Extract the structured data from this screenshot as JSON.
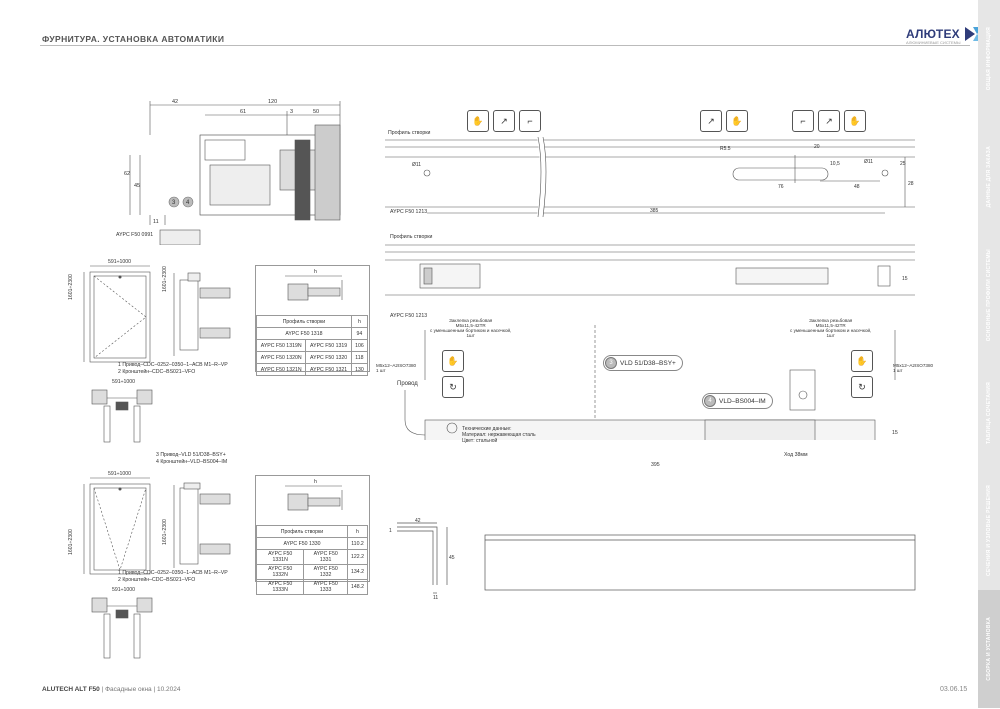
{
  "header": {
    "title": "ФУРНИТУРА. УСТАНОВКА АВТОМАТИКИ",
    "logo_text": "АЛЮТЕХ",
    "logo_sub": "АЛЮМИНИЕВЫЕ СИСТЕМЫ"
  },
  "side_tabs": [
    "ОБЩАЯ ИНФОРМАЦИЯ",
    "ДАННЫЕ ДЛЯ ЗАКАЗА",
    "ОСНОВНЫЕ ПРОФИЛИ СИСТЕМЫ",
    "ТАБЛИЦА СОЧЕТАНИЯ",
    "СЕЧЕНИЯ И УЗЛОВЫЕ РЕШЕНИЯ",
    "СБОРКА И УСТАНОВКА"
  ],
  "footer": {
    "brand": "ALUTECH ALT F50",
    "doc": "| Фасадные окна | 10.2024",
    "page": "03.06.15"
  },
  "section_detail": {
    "dims": {
      "d42": "42",
      "d120": "120",
      "d61": "61",
      "d3": "3",
      "d50": "50",
      "d62": "62",
      "d45": "45",
      "d11": "11"
    },
    "callouts": [
      "3",
      "4"
    ],
    "profile_label": "AYPC F50 0991"
  },
  "window1": {
    "width_label": "591÷1000",
    "height_label": "1601÷2300",
    "height_label2": "1601÷2300",
    "notes": [
      "1 Привод–CDC–0252–0350–1–ACB M1–R–VP",
      "2 Кронштейн–CDC–BS021–VFO"
    ],
    "width_label_bottom": "591÷1000"
  },
  "mid_notes": [
    "3 Привод–VLD 51/D38–BSY+",
    "4 Кронштейн–VLD–BS004–IM"
  ],
  "window2": {
    "width_label": "591÷1000",
    "height_label": "1601÷2300",
    "height_label2": "1601÷2300",
    "notes": [
      "1 Привод–CDC–0252–0350–1–ACB M1–R–VP",
      "2 Кронштейн–CDC–BS021–VFO"
    ],
    "width_label_bottom": "591÷1000"
  },
  "table1": {
    "dim_label": "h",
    "header": [
      "Профиль створки",
      "h"
    ],
    "rows": [
      [
        "AYPC F50 1318",
        "",
        "94"
      ],
      [
        "AYPC F50 1319N",
        "AYPC F50 1319",
        "106"
      ],
      [
        "AYPC F50 1320N",
        "AYPC F50 1320",
        "118"
      ],
      [
        "AYPC F50 1321N",
        "AYPC F50 1321",
        "130"
      ]
    ]
  },
  "table2": {
    "dim_label": "h",
    "header": [
      "Профиль створки",
      "h"
    ],
    "rows": [
      [
        "AYPC F50 1330",
        "",
        "110.2"
      ],
      [
        "AYPC F50 1331N",
        "AYPC F50 1331",
        "122.2"
      ],
      [
        "AYPC F50 1332N",
        "AYPC F50 1332",
        "134.2"
      ],
      [
        "AYPC F50 1333N",
        "AYPC F50 1333",
        "148.2"
      ]
    ]
  },
  "top_drawing": {
    "label": "Профиль створки",
    "profile_code": "AYPC F50 1213",
    "dims": {
      "d211a": "Ø11",
      "d211b": "Ø11",
      "r55": "R5.5",
      "d28": "28",
      "d76": "76",
      "d48": "48",
      "d20": "20",
      "d385": "385",
      "d105": "10,5",
      "d25": "25"
    }
  },
  "mid_drawing": {
    "label": "Профиль створки",
    "profile_code": "AYPC F50 1213",
    "dim15": "15",
    "note_left": "Заклепка резьбовая\nM5x11,5-42TR\nс уменьшенным бортиком и насечкой,\n1шт",
    "note_right": "Заклепка резьбовая\nM5x11,5-42TR\nс уменьшенным бортиком и насечкой,\n1шт",
    "screw_left": "M5x12–A2ISO7380\n1 шт",
    "screw_right": "M5x12–A2ISO7380\n1 шт",
    "wire": "Провод",
    "callout3": "VLD 51/D38–BSY+",
    "callout4": "VLD–BS004–IM",
    "tech_data": "Технические данные:\nМатериал: нержавеющая сталь\nЦвет: стальной",
    "dim395": "395",
    "dim_lock": "Ход 38мм",
    "dim15b": "15"
  },
  "angle_detail": {
    "d42": "42",
    "d45": "45",
    "d11": "11",
    "d1": "1"
  }
}
